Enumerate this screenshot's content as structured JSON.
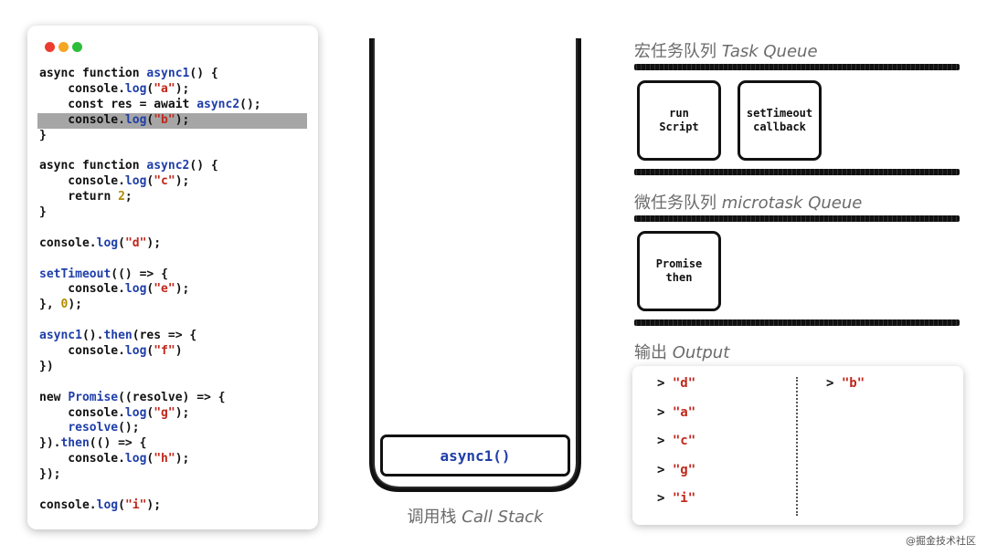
{
  "window": {
    "dot_colors": [
      "#ec3b30",
      "#f5a623",
      "#2dbd3a"
    ]
  },
  "code": {
    "lines": [
      [
        {
          "t": "async function ",
          "c": "plain"
        },
        {
          "t": "async1",
          "c": "fn"
        },
        {
          "t": "() {",
          "c": "plain"
        }
      ],
      [
        {
          "t": "    console.",
          "c": "plain"
        },
        {
          "t": "log",
          "c": "fn"
        },
        {
          "t": "(",
          "c": "plain"
        },
        {
          "t": "\"a\"",
          "c": "str"
        },
        {
          "t": ");",
          "c": "plain"
        }
      ],
      [
        {
          "t": "    const res = await ",
          "c": "plain"
        },
        {
          "t": "async2",
          "c": "fn"
        },
        {
          "t": "();",
          "c": "plain"
        }
      ],
      [
        {
          "t": "    console.",
          "c": "plain"
        },
        {
          "t": "log",
          "c": "fn"
        },
        {
          "t": "(",
          "c": "plain"
        },
        {
          "t": "\"b\"",
          "c": "str"
        },
        {
          "t": ");",
          "c": "plain"
        }
      ],
      [
        {
          "t": "}",
          "c": "plain"
        }
      ],
      [],
      [
        {
          "t": "async function ",
          "c": "plain"
        },
        {
          "t": "async2",
          "c": "fn"
        },
        {
          "t": "() {",
          "c": "plain"
        }
      ],
      [
        {
          "t": "    console.",
          "c": "plain"
        },
        {
          "t": "log",
          "c": "fn"
        },
        {
          "t": "(",
          "c": "plain"
        },
        {
          "t": "\"c\"",
          "c": "str"
        },
        {
          "t": ");",
          "c": "plain"
        }
      ],
      [
        {
          "t": "    return ",
          "c": "plain"
        },
        {
          "t": "2",
          "c": "num"
        },
        {
          "t": ";",
          "c": "plain"
        }
      ],
      [
        {
          "t": "}",
          "c": "plain"
        }
      ],
      [],
      [
        {
          "t": "console.",
          "c": "plain"
        },
        {
          "t": "log",
          "c": "fn"
        },
        {
          "t": "(",
          "c": "plain"
        },
        {
          "t": "\"d\"",
          "c": "str"
        },
        {
          "t": ");",
          "c": "plain"
        }
      ],
      [],
      [
        {
          "t": "setTimeout",
          "c": "fn"
        },
        {
          "t": "(() => {",
          "c": "plain"
        }
      ],
      [
        {
          "t": "    console.",
          "c": "plain"
        },
        {
          "t": "log",
          "c": "fn"
        },
        {
          "t": "(",
          "c": "plain"
        },
        {
          "t": "\"e\"",
          "c": "str"
        },
        {
          "t": ");",
          "c": "plain"
        }
      ],
      [
        {
          "t": "}, ",
          "c": "plain"
        },
        {
          "t": "0",
          "c": "num"
        },
        {
          "t": ");",
          "c": "plain"
        }
      ],
      [],
      [
        {
          "t": "async1",
          "c": "fn"
        },
        {
          "t": "().",
          "c": "plain"
        },
        {
          "t": "then",
          "c": "fn"
        },
        {
          "t": "(res => {",
          "c": "plain"
        }
      ],
      [
        {
          "t": "    console.",
          "c": "plain"
        },
        {
          "t": "log",
          "c": "fn"
        },
        {
          "t": "(",
          "c": "plain"
        },
        {
          "t": "\"f\"",
          "c": "str"
        },
        {
          "t": ")",
          "c": "plain"
        }
      ],
      [
        {
          "t": "})",
          "c": "plain"
        }
      ],
      [],
      [
        {
          "t": "new ",
          "c": "plain"
        },
        {
          "t": "Promise",
          "c": "fn"
        },
        {
          "t": "((resolve) => {",
          "c": "plain"
        }
      ],
      [
        {
          "t": "    console.",
          "c": "plain"
        },
        {
          "t": "log",
          "c": "fn"
        },
        {
          "t": "(",
          "c": "plain"
        },
        {
          "t": "\"g\"",
          "c": "str"
        },
        {
          "t": ");",
          "c": "plain"
        }
      ],
      [
        {
          "t": "    ",
          "c": "plain"
        },
        {
          "t": "resolve",
          "c": "fn"
        },
        {
          "t": "();",
          "c": "plain"
        }
      ],
      [
        {
          "t": "}).",
          "c": "plain"
        },
        {
          "t": "then",
          "c": "fn"
        },
        {
          "t": "(() => {",
          "c": "plain"
        }
      ],
      [
        {
          "t": "    console.",
          "c": "plain"
        },
        {
          "t": "log",
          "c": "fn"
        },
        {
          "t": "(",
          "c": "plain"
        },
        {
          "t": "\"h\"",
          "c": "str"
        },
        {
          "t": ");",
          "c": "plain"
        }
      ],
      [
        {
          "t": "});",
          "c": "plain"
        }
      ],
      [],
      [
        {
          "t": "console.",
          "c": "plain"
        },
        {
          "t": "log",
          "c": "fn"
        },
        {
          "t": "(",
          "c": "plain"
        },
        {
          "t": "\"i\"",
          "c": "str"
        },
        {
          "t": ");",
          "c": "plain"
        }
      ]
    ],
    "highlighted_line": 3
  },
  "call_stack": {
    "label_zh": "调用栈",
    "label_en": "Call Stack",
    "frames": [
      "async1()"
    ]
  },
  "task_queue": {
    "title_zh": "宏任务队列",
    "title_en": "Task Queue",
    "items": [
      [
        "run",
        "Script"
      ],
      [
        "setTimeout",
        "callback"
      ]
    ]
  },
  "microtask_queue": {
    "title_zh": "微任务队列",
    "title_en": "microtask Queue",
    "items": [
      [
        "Promise",
        "then"
      ]
    ]
  },
  "output": {
    "title_zh": "输出",
    "title_en": "Output",
    "prompt": ">",
    "left_column": [
      "\"d\"",
      "\"a\"",
      "\"c\"",
      "\"g\"",
      "\"i\""
    ],
    "right_column": [
      "\"b\""
    ]
  },
  "watermark": "@掘金技术社区",
  "colors": {
    "keyword_fn": "#1f3ea8",
    "string": "#c0271b",
    "number": "#b08a00",
    "highlight": "#a6a6a6"
  }
}
